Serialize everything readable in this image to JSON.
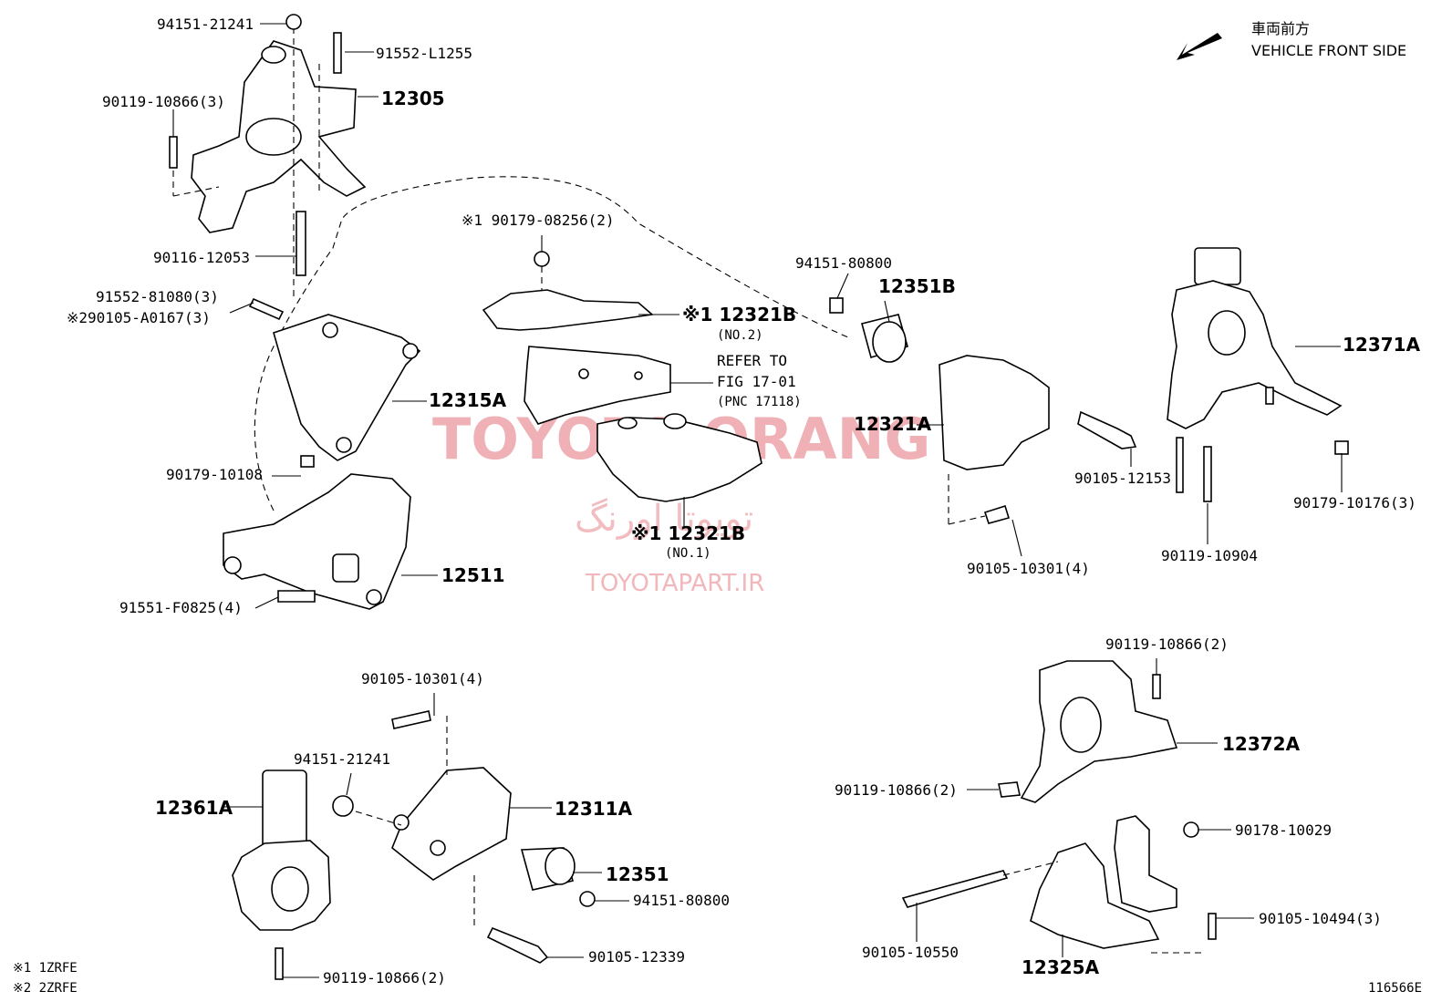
{
  "front_indicator": {
    "jp": "車両前方",
    "en": "VEHICLE FRONT SIDE"
  },
  "watermark": {
    "brand": "TOYOTA ORANG",
    "persian": "تویوتا اورنگ",
    "site": "TOYOTAPART.IR"
  },
  "labels": {
    "p94151_21241_a": "94151-21241",
    "p91552_L1255": "91552-L1255",
    "p90119_10866_3": "90119-10866(3)",
    "p12305": "12305",
    "p90116_12053": "90116-12053",
    "p91552_81080": "91552-81080(3)",
    "p90105_A0167": "※290105-A0167(3)",
    "p12315A": "12315A",
    "p90179_10108": "90179-10108",
    "p12511": "12511",
    "p91551_F0825": "91551-F0825(4)",
    "p90179_08256": "※1 90179-08256(2)",
    "p12321B_no2": "※1 12321B",
    "p12321B_no2_sub": "(NO.2)",
    "refer_1": "REFER TO",
    "refer_2": "FIG 17-01",
    "refer_3": "(PNC 17118)",
    "p12321B_no1": "※1 12321B",
    "p12321B_no1_sub": "(NO.1)",
    "p94151_80800_a": "94151-80800",
    "p12351B": "12351B",
    "p12321A": "12321A",
    "p90105_12153": "90105-12153",
    "p90105_10301_a": "90105-10301(4)",
    "p12371A": "12371A",
    "p90179_10176": "90179-10176(3)",
    "p90119_10904": "90119-10904",
    "p90105_10301_b": "90105-10301(4)",
    "p94151_21241_b": "94151-21241",
    "p12361A": "12361A",
    "p12311A": "12311A",
    "p12351": "12351",
    "p94151_80800_b": "94151-80800",
    "p90105_12339": "90105-12339",
    "p90119_10866_bl": "90119-10866(2)",
    "p90119_10866_tr": "90119-10866(2)",
    "p12372A": "12372A",
    "p90119_10866_mr": "90119-10866(2)",
    "p90178_10029": "90178-10029",
    "p90105_10494": "90105-10494(3)",
    "p90105_10550": "90105-10550",
    "p12325A": "12325A"
  },
  "footnotes": {
    "n1": "※1 1ZRFE",
    "n2": "※2 2ZRFE"
  },
  "figure_id": "116566E"
}
